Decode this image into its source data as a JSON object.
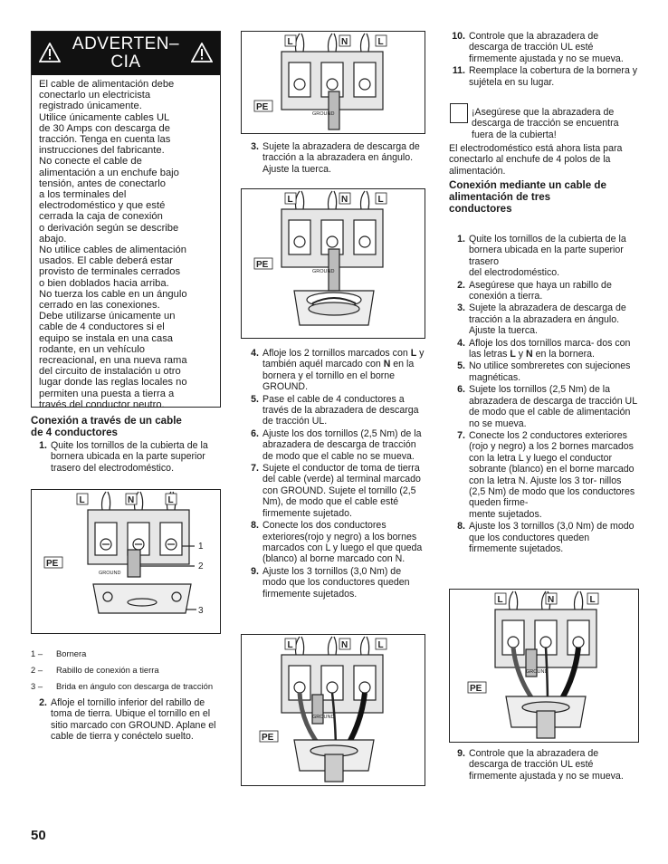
{
  "warning": {
    "title": "ADVERTEN–\nCIA",
    "lines": [
      "El cable de alimentación debe",
      "conectarlo un electricista",
      "registrado únicamente.",
      "Utilice únicamente cables UL",
      "de 30 Amps con descarga de",
      "tracción. Tenga en cuenta las",
      "instrucciones del fabricante.",
      "No conecte el cable de",
      "alimentación a un enchufe bajo",
      "tensión, antes de conectarlo",
      "a los terminales del",
      "electrodoméstico y que esté",
      "cerrada la caja de conexión",
      "o derivación según se describe",
      "abajo.",
      "No utilice cables de alimentación",
      "usados. El cable deberá estar",
      "provisto de terminales cerrados",
      "o bien doblados hacia arriba.",
      "No tuerza los cable en un ángulo",
      "cerrado en las conexiones.",
      "Debe utilizarse únicamente un",
      "cable de 4 conductores si el",
      "equipo se instala en una casa",
      "rodante, en un vehículo",
      "recreacional, en una nueva rama",
      "del circuito de instalación u otro",
      "lugar donde las reglas locales no",
      "permiten una puesta a tierra a",
      "través del conductor neutro."
    ]
  },
  "section1": {
    "heading": "Conexión a través de un cable\nde 4 conductores",
    "step1": {
      "n": "1.",
      "text": "Quite los tornillos de la cubierta de la bornera ubicada en la parte superior trasero del electrodoméstico."
    },
    "callouts": [
      "1",
      "2",
      "3"
    ],
    "legend": [
      {
        "k": "1 –",
        "v": "Bornera"
      },
      {
        "k": "2 –",
        "v": "Rabillo de conexión a tierra"
      },
      {
        "k": "3 –",
        "v": "Brida en ángulo con descarga de tracción"
      }
    ],
    "step2": {
      "n": "2.",
      "text": "Afloje el tornillo inferior del rabillo de toma de tierra. Ubique el tornillo en el sitio marcado con GROUND. Aplane el cable de tierra y conéctelo suelto."
    }
  },
  "fig_labels": {
    "L": "L",
    "N": "N",
    "PE": "PE",
    "ground": "GROUND"
  },
  "middle": {
    "step3": {
      "n": "3.",
      "text": "Sujete la abrazadera de descarga de tracción a la abrazadera en ángulo.",
      "sub": "Ajuste la tuerca."
    },
    "steps": [
      {
        "n": "4.",
        "pre": "Afloje los 2 tornillos marcados con ",
        "b1": "L",
        "mid": " y también aquél marcado con ",
        "b2": "N",
        "post": " en la bornera y el tornillo en el borne GROUND."
      },
      {
        "n": "5.",
        "text": "Pase el cable de 4 conductores a través de la abrazadera de descarga de tracción UL."
      },
      {
        "n": "6.",
        "text": "Ajuste los dos tornillos (2,5 Nm) de la abrazadera de descarga de tracción de modo que el cable no se mueva."
      },
      {
        "n": "7.",
        "text": "Sujete el conductor de toma de tierra del cable (verde) al terminal marcado con GROUND. Sujete el tornillo (2,5 Nm), de modo que el cable esté firmemente sujetado."
      },
      {
        "n": "8.",
        "text": "Conecte los dos conductores exteriores(rojo y negro) a los bornes marcados con L y luego el que queda (blanco) al borne marcado con N."
      },
      {
        "n": "9.",
        "text": "Ajuste los 3 tornillos (3,0 Nm) de modo que los conductores queden firmemente sujetados."
      }
    ]
  },
  "right": {
    "steps_top": [
      {
        "n": "10.",
        "text": "Controle que la abrazadera de descarga de tracción UL esté firmemente ajustada y no se mueva."
      },
      {
        "n": "11.",
        "text": "Reemplace la cobertura de la bornera y sujétela en su lugar."
      }
    ],
    "note": "¡Asegúrese que la abrazadera de descarga de tracción se encuentra fuera de la cubierta!",
    "para": "El electrodoméstico está ahora lista para conectarlo al enchufe de 4 polos de la alimentación.",
    "heading": "Conexión mediante un cable de\nalimentación de tres\nconductores",
    "steps": [
      {
        "n": "1.",
        "text": "Quite los tornillos de la cubierta de la bornera ubicada en la parte superior trasero\ndel electrodoméstico."
      },
      {
        "n": "2.",
        "text": "Asegúrese que haya un rabillo de conexión a tierra."
      },
      {
        "n": "3.",
        "text": "Sujete la abrazadera de descarga de tracción a la abrazadera en ángulo.\nAjuste la tuerca."
      },
      {
        "n": "4.",
        "pre": "Afloje los dos tornillos marca- dos con las letras ",
        "b1": "L",
        "mid": " y ",
        "b2": "N",
        "post": " en la bornera."
      },
      {
        "n": "5.",
        "text": "No utilice sombreretes con sujeciones magnéticas."
      },
      {
        "n": "6.",
        "text": "Sujete los tornillos (2,5 Nm) de la abrazadera de descarga de tracción UL de modo que el cable de alimentación no se mueva."
      },
      {
        "n": "7.",
        "text": "Conecte los 2 conductores exteriores (rojo y negro) a los 2 bornes marcados con la letra L y luego el conductor sobrante (blanco) en el borne marcado con la letra N. Ajuste los 3 tor- nillos (2,5 Nm) de modo que los conductores queden firme-\nmente sujetados."
      },
      {
        "n": "8.",
        "text": "Ajuste los 3 tornillos (3,0 Nm) de modo que los conductores queden firmemente sujetados."
      }
    ],
    "step9": {
      "n": "9.",
      "text": "Controle que la abrazadera de descarga de tracción UL esté firmemente ajustada y no se mueva."
    }
  },
  "page_number": "50"
}
